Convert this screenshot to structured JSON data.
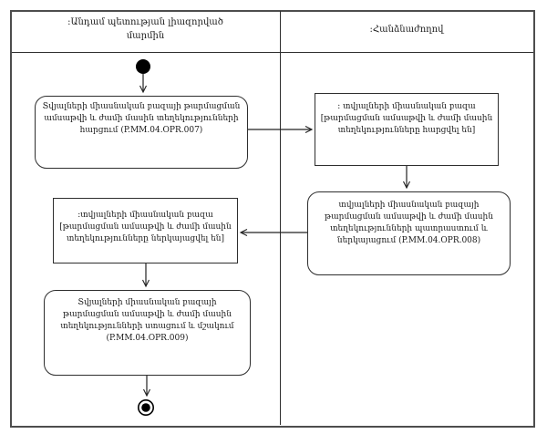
{
  "colors": {
    "background": "#ffffff",
    "line": "#2e2e2e",
    "frame": "#4d4d4d",
    "node_fill": "#ffffff",
    "text": "#1a1a1a"
  },
  "lanes": {
    "left": {
      "lines": [
        ":Անդամ պետության լիազորված",
        "մարմին"
      ]
    },
    "right": {
      "lines": [
        ":Հանձնաժողով"
      ]
    }
  },
  "nodes": {
    "initial": {
      "type": "initial-node"
    },
    "request_info": {
      "type": "action",
      "code": "P.MM.04.OPR.007",
      "lines": [
        "Տվյալների միասնական բազայի թարմացման",
        "ամսաթվի և ժամի մասին տեղեկությունների",
        "հարցում (P.MM.04.OPR.007)"
      ]
    },
    "db_requested": {
      "type": "object-state",
      "lines": [
        ": տվյալների միասնական բազա",
        "[թարմացման ամսաթվի և ժամի մասին",
        "տեղեկությունները հարցվել են]"
      ]
    },
    "prepare_submit": {
      "type": "action",
      "code": "P.MM.04.OPR.008",
      "lines": [
        "տվյալների միասնական բազայի",
        "թարմացման ամսաթվի և ժամի մասին",
        "տեղեկությունների պատրաստում և",
        "ներկայացում (P.MM.04.OPR.008)"
      ]
    },
    "db_submitted": {
      "type": "object-state",
      "lines": [
        ":տվյալների միասնական բազա",
        "[թարմացման ամսաթվի և ժամի մասին",
        "տեղեկությունները ներկայացվել են]"
      ]
    },
    "receive_process": {
      "type": "action",
      "code": "P.MM.04.OPR.009",
      "lines": [
        "Տվյալների միասնական բազայի",
        "թարմացման ամսաթվի և ժամի մասին",
        "տեղեկությունների ստացում և մշակում",
        "(P.MM.04.OPR.009)"
      ]
    },
    "final": {
      "type": "final-node"
    }
  },
  "edges": [
    {
      "from": "initial",
      "to": "request_info"
    },
    {
      "from": "request_info",
      "to": "db_requested"
    },
    {
      "from": "db_requested",
      "to": "prepare_submit"
    },
    {
      "from": "prepare_submit",
      "to": "db_submitted"
    },
    {
      "from": "db_submitted",
      "to": "receive_process"
    },
    {
      "from": "receive_process",
      "to": "final"
    }
  ]
}
